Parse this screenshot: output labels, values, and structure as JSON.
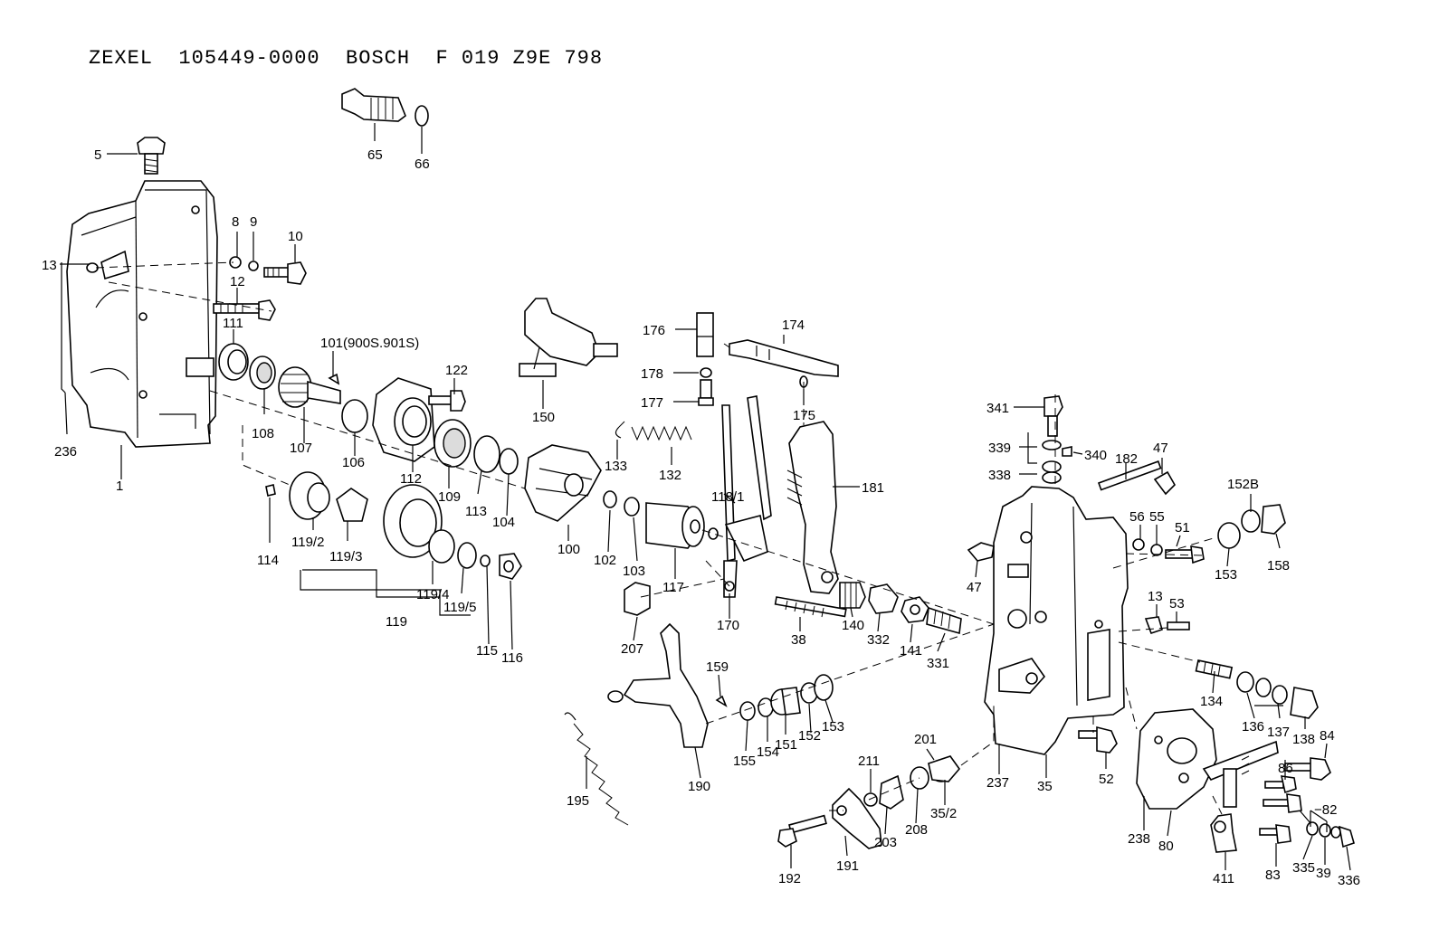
{
  "header": {
    "title": "ZEXEL  105449-0000  BOSCH  F 019 Z9E 798"
  },
  "labels": {
    "p5": "5",
    "p65": "65",
    "p66": "66",
    "p8": "8",
    "p9": "9",
    "p10": "10",
    "p13a": "13",
    "p12": "12",
    "p111": "111",
    "p101": "101(900S.901S)",
    "p122": "122",
    "p150": "150",
    "p176": "176",
    "p174": "174",
    "p178": "178",
    "p177": "177",
    "p175": "175",
    "p236": "236",
    "p1": "1",
    "p108": "108",
    "p107": "107",
    "p106": "106",
    "p112": "112",
    "p109": "109",
    "p113": "113",
    "p104": "104",
    "p133": "133",
    "p132": "132",
    "p118_1": "118/1",
    "p181": "181",
    "p341": "341",
    "p339": "339",
    "p340": "340",
    "p338": "338",
    "p182": "182",
    "p47a": "47",
    "p152B": "152B",
    "p114": "114",
    "p119_2": "119/2",
    "p119_3": "119/3",
    "p119_4": "119/4",
    "p119_5": "119/5",
    "p119": "119",
    "p115": "115",
    "p116": "116",
    "p100": "100",
    "p102": "102",
    "p103": "103",
    "p117": "117",
    "p56": "56",
    "p55": "55",
    "p51": "51",
    "p153a": "153",
    "p158": "158",
    "p47b": "47",
    "p207": "207",
    "p170": "170",
    "p38": "38",
    "p140": "140",
    "p332": "332",
    "p141": "141",
    "p331": "331",
    "p13b": "13",
    "p53": "53",
    "p159": "159",
    "p134": "134",
    "p136": "136",
    "p137": "137",
    "p138": "138",
    "p84": "84",
    "p155": "155",
    "p154": "154",
    "p151": "151",
    "p152": "152",
    "p153b": "153",
    "p190": "190",
    "p201": "201",
    "p211": "211",
    "p237": "237",
    "p35": "35",
    "p52": "52",
    "p86": "86",
    "p82": "−82",
    "p195": "195",
    "p208": "208",
    "p35_2": "35/2",
    "p203": "203",
    "p238": "238",
    "p80": "80",
    "p192": "192",
    "p191": "191",
    "p411": "411",
    "p83": "83",
    "p335": "335",
    "p39": "39",
    "p336": "336"
  }
}
